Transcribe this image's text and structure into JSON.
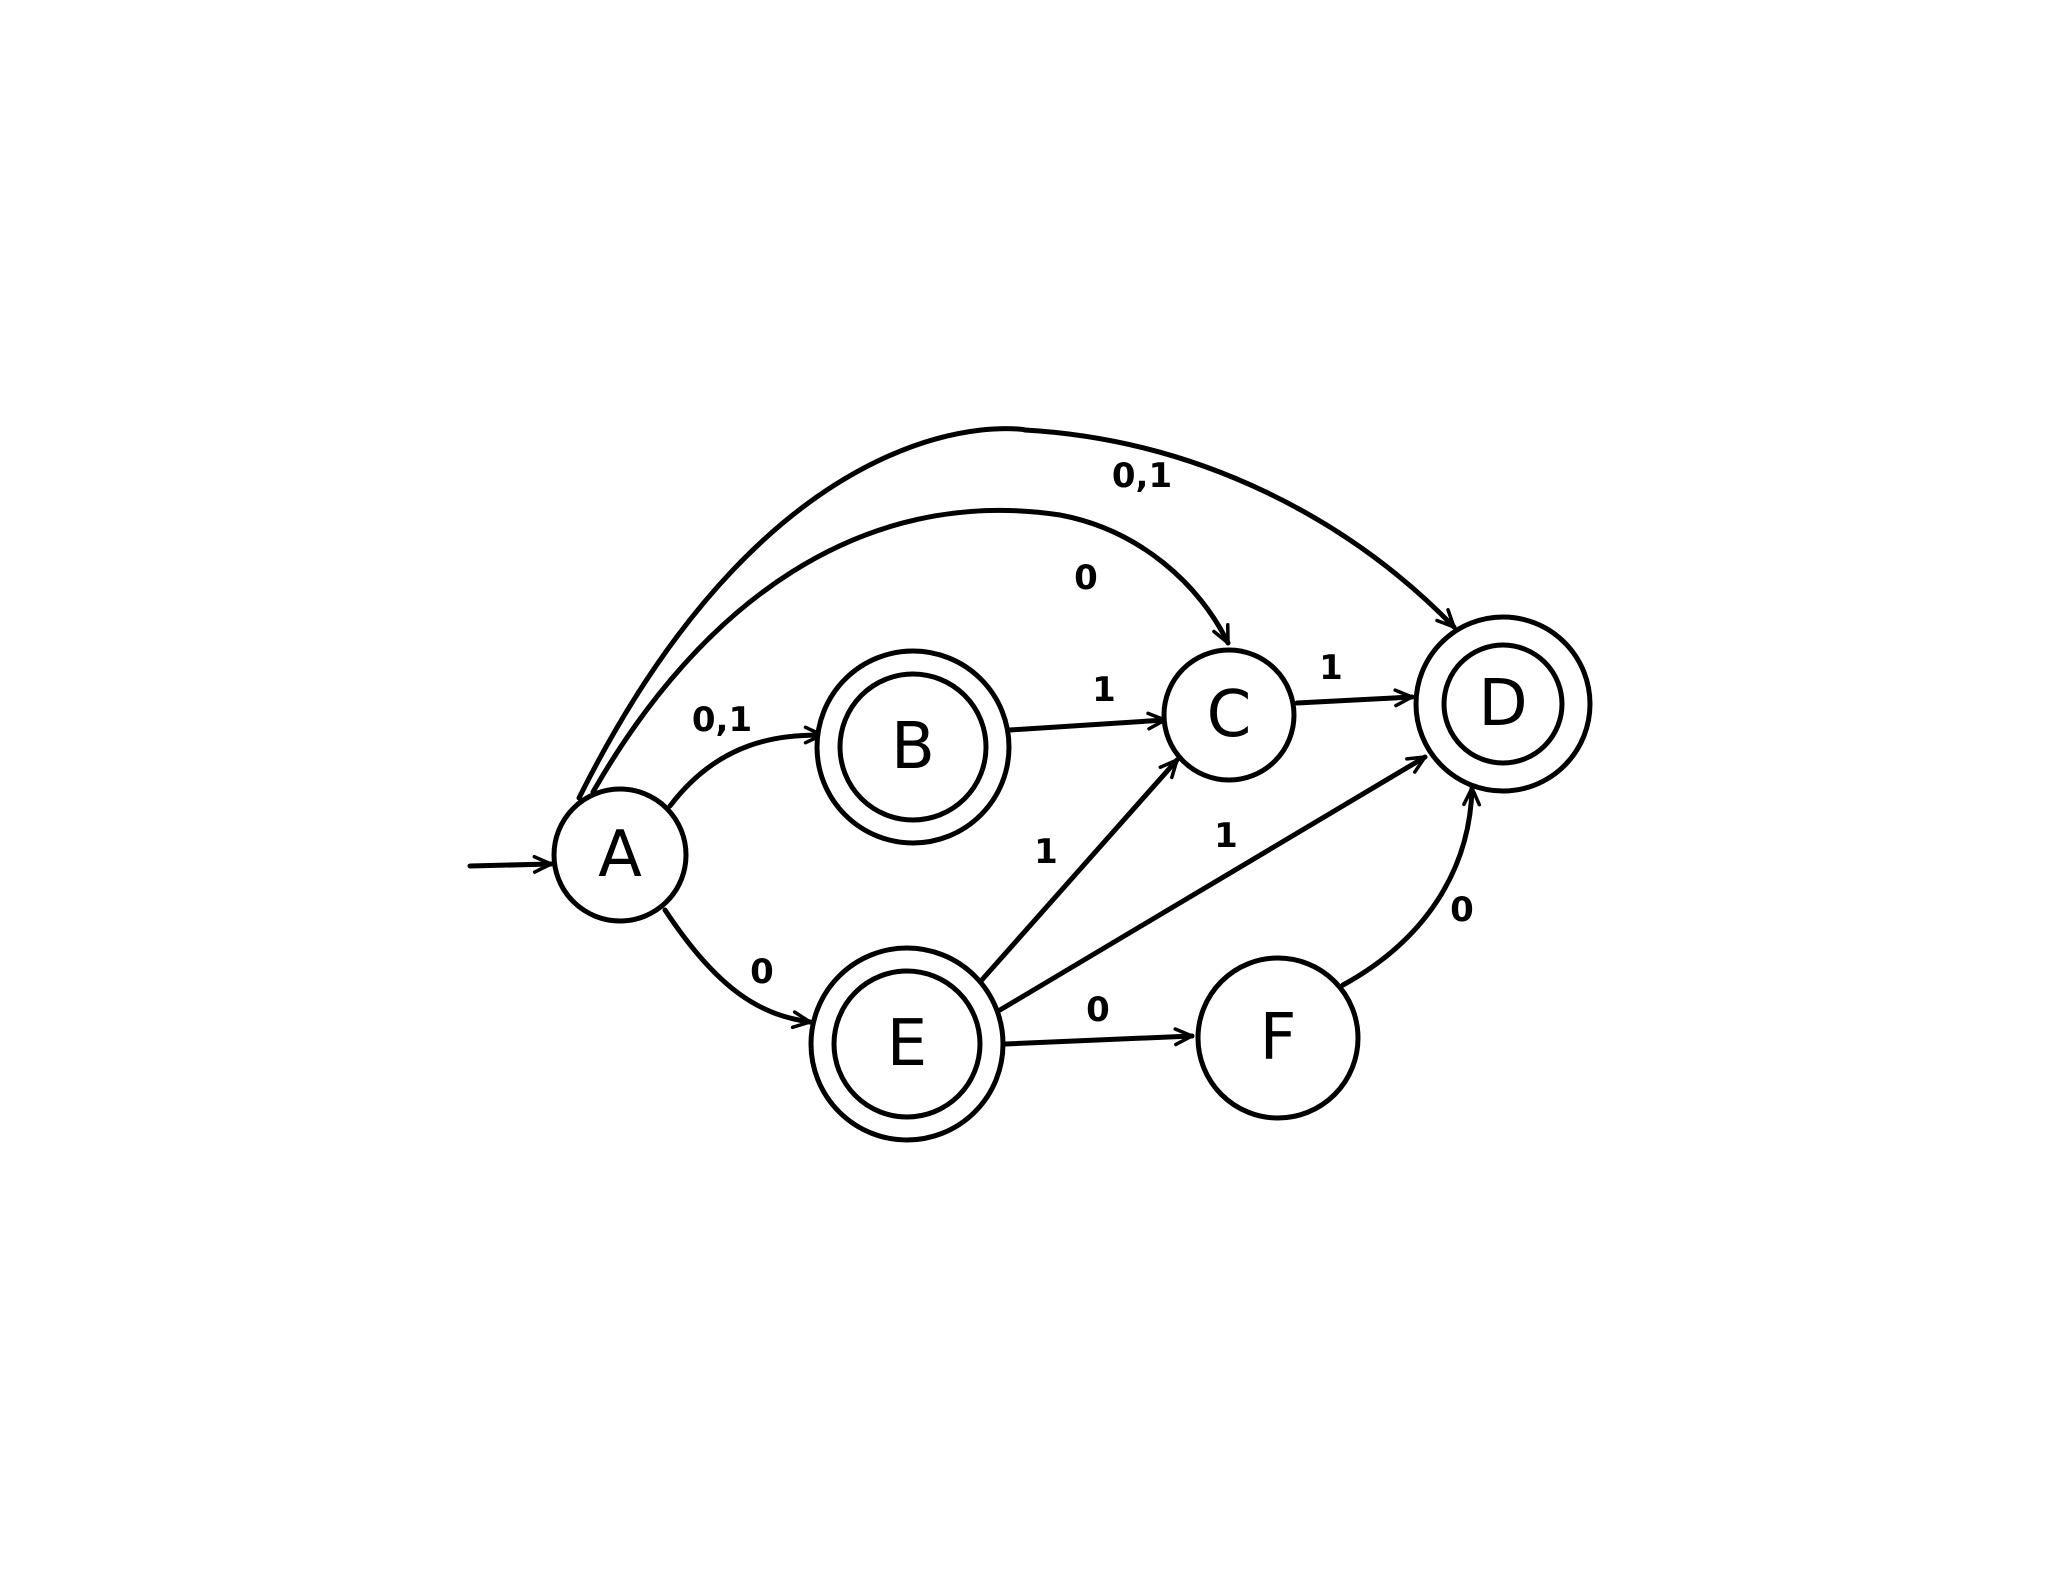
{
  "diagram": {
    "type": "finite-automaton",
    "start_state": "A",
    "states": [
      {
        "id": "A",
        "label": "A",
        "accepting": false
      },
      {
        "id": "B",
        "label": "B",
        "accepting": true
      },
      {
        "id": "C",
        "label": "C",
        "accepting": false
      },
      {
        "id": "D",
        "label": "D",
        "accepting": true
      },
      {
        "id": "E",
        "label": "E",
        "accepting": true
      },
      {
        "id": "F",
        "label": "F",
        "accepting": false
      }
    ],
    "transitions": [
      {
        "id": "a-d",
        "from": "A",
        "to": "D",
        "label": "0,1"
      },
      {
        "id": "a-c",
        "from": "A",
        "to": "C",
        "label": "0"
      },
      {
        "id": "a-b",
        "from": "A",
        "to": "B",
        "label": "0,1"
      },
      {
        "id": "a-e",
        "from": "A",
        "to": "E",
        "label": "0"
      },
      {
        "id": "b-c",
        "from": "B",
        "to": "C",
        "label": "1"
      },
      {
        "id": "c-d",
        "from": "C",
        "to": "D",
        "label": "1"
      },
      {
        "id": "e-c",
        "from": "E",
        "to": "C",
        "label": "1"
      },
      {
        "id": "e-d",
        "from": "E",
        "to": "D",
        "label": "1"
      },
      {
        "id": "e-f",
        "from": "E",
        "to": "F",
        "label": "0"
      },
      {
        "id": "f-d",
        "from": "F",
        "to": "D",
        "label": "0"
      }
    ]
  },
  "colors": {
    "stroke": "#000000",
    "background": "#ffffff"
  }
}
